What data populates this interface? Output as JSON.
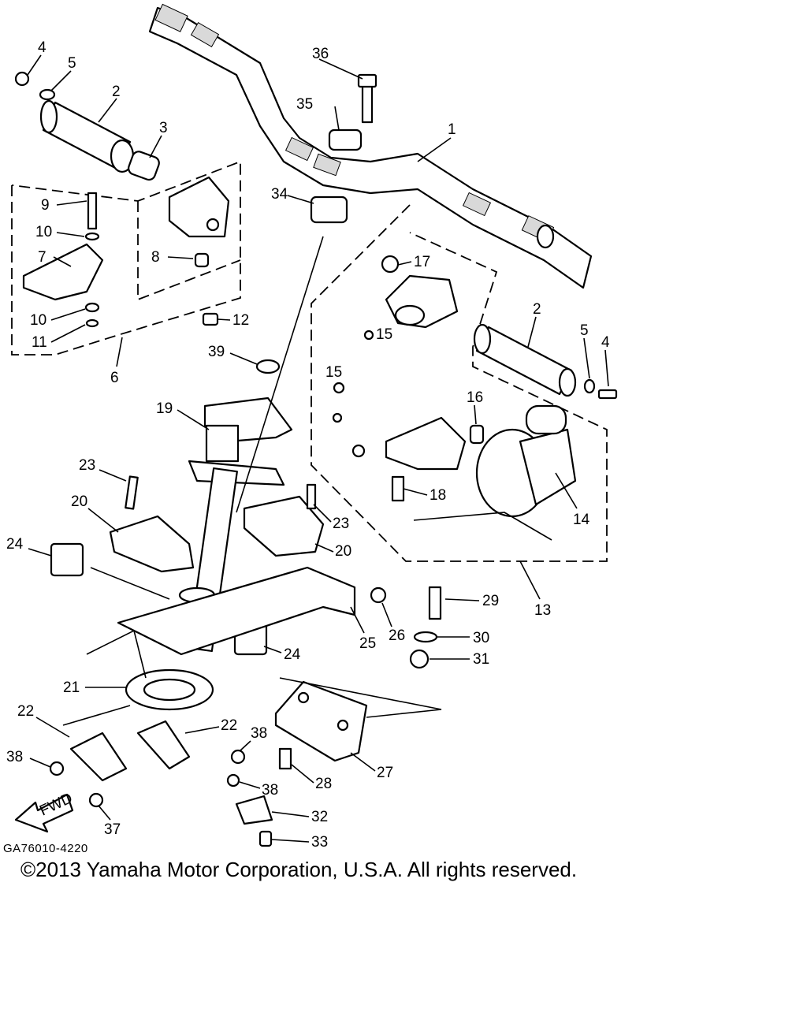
{
  "drawing_code": "GA76010-4220",
  "copyright": "©2013 Yamaha Motor Corporation, U.S.A. All rights reserved.",
  "fwd_label": "FWD",
  "callouts": [
    "1",
    "2",
    "3",
    "4",
    "5",
    "6",
    "7",
    "8",
    "9",
    "10",
    "11",
    "12",
    "13",
    "14",
    "15",
    "16",
    "17",
    "18",
    "19",
    "20",
    "21",
    "22",
    "23",
    "24",
    "25",
    "26",
    "27",
    "28",
    "29",
    "30",
    "31",
    "32",
    "33",
    "34",
    "35",
    "36",
    "37",
    "38",
    "39"
  ]
}
